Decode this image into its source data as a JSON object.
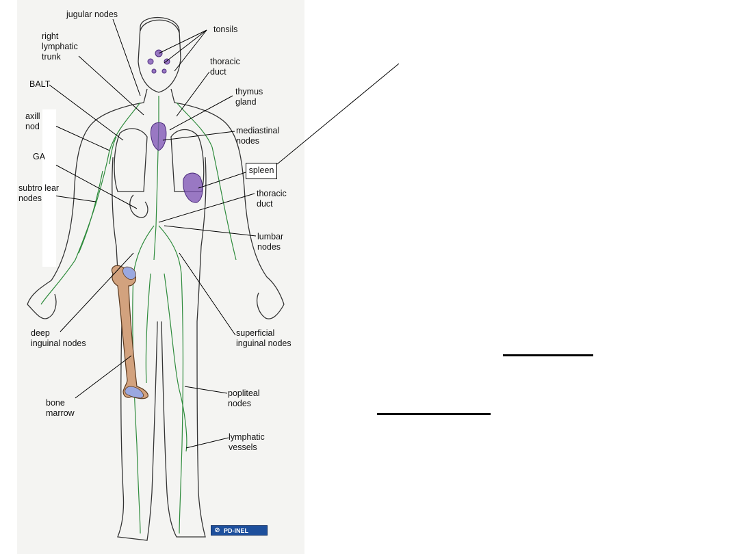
{
  "diagram": {
    "labels": {
      "jugular_nodes": "jugular nodes",
      "tonsils": "tonsils",
      "right_lymphatic_trunk": "right\nlymphatic\ntrunk",
      "thoracic_duct_upper": "thoracic\nduct",
      "balt": "BALT",
      "thymus_gland": "thymus\ngland",
      "axillary_nodes": "axill\nnod",
      "mediastinal_nodes": "mediastinal\nnodes",
      "galt": "GA",
      "spleen": "spleen",
      "subtrochlear_nodes": "subtro   lear\nnodes",
      "thoracic_duct_lower": "thoracic\nduct",
      "lumbar_nodes": "lumbar\nnodes",
      "deep_inguinal_nodes": "deep\ninguinal nodes",
      "superficial_inguinal_nodes": "superficial\ninguinal nodes",
      "bone_marrow": "bone\nmarrow",
      "popliteal_nodes": "popliteal\nnodes",
      "lymphatic_vessels": "lymphatic\nvessels"
    },
    "badge_text": "PD-INEL",
    "colors": {
      "organ_purple": "#7b4fb3",
      "bone_tan": "#d2a27e",
      "marrow_blue": "#9aa8e0",
      "vessel_green": "#2e8b3c"
    }
  }
}
